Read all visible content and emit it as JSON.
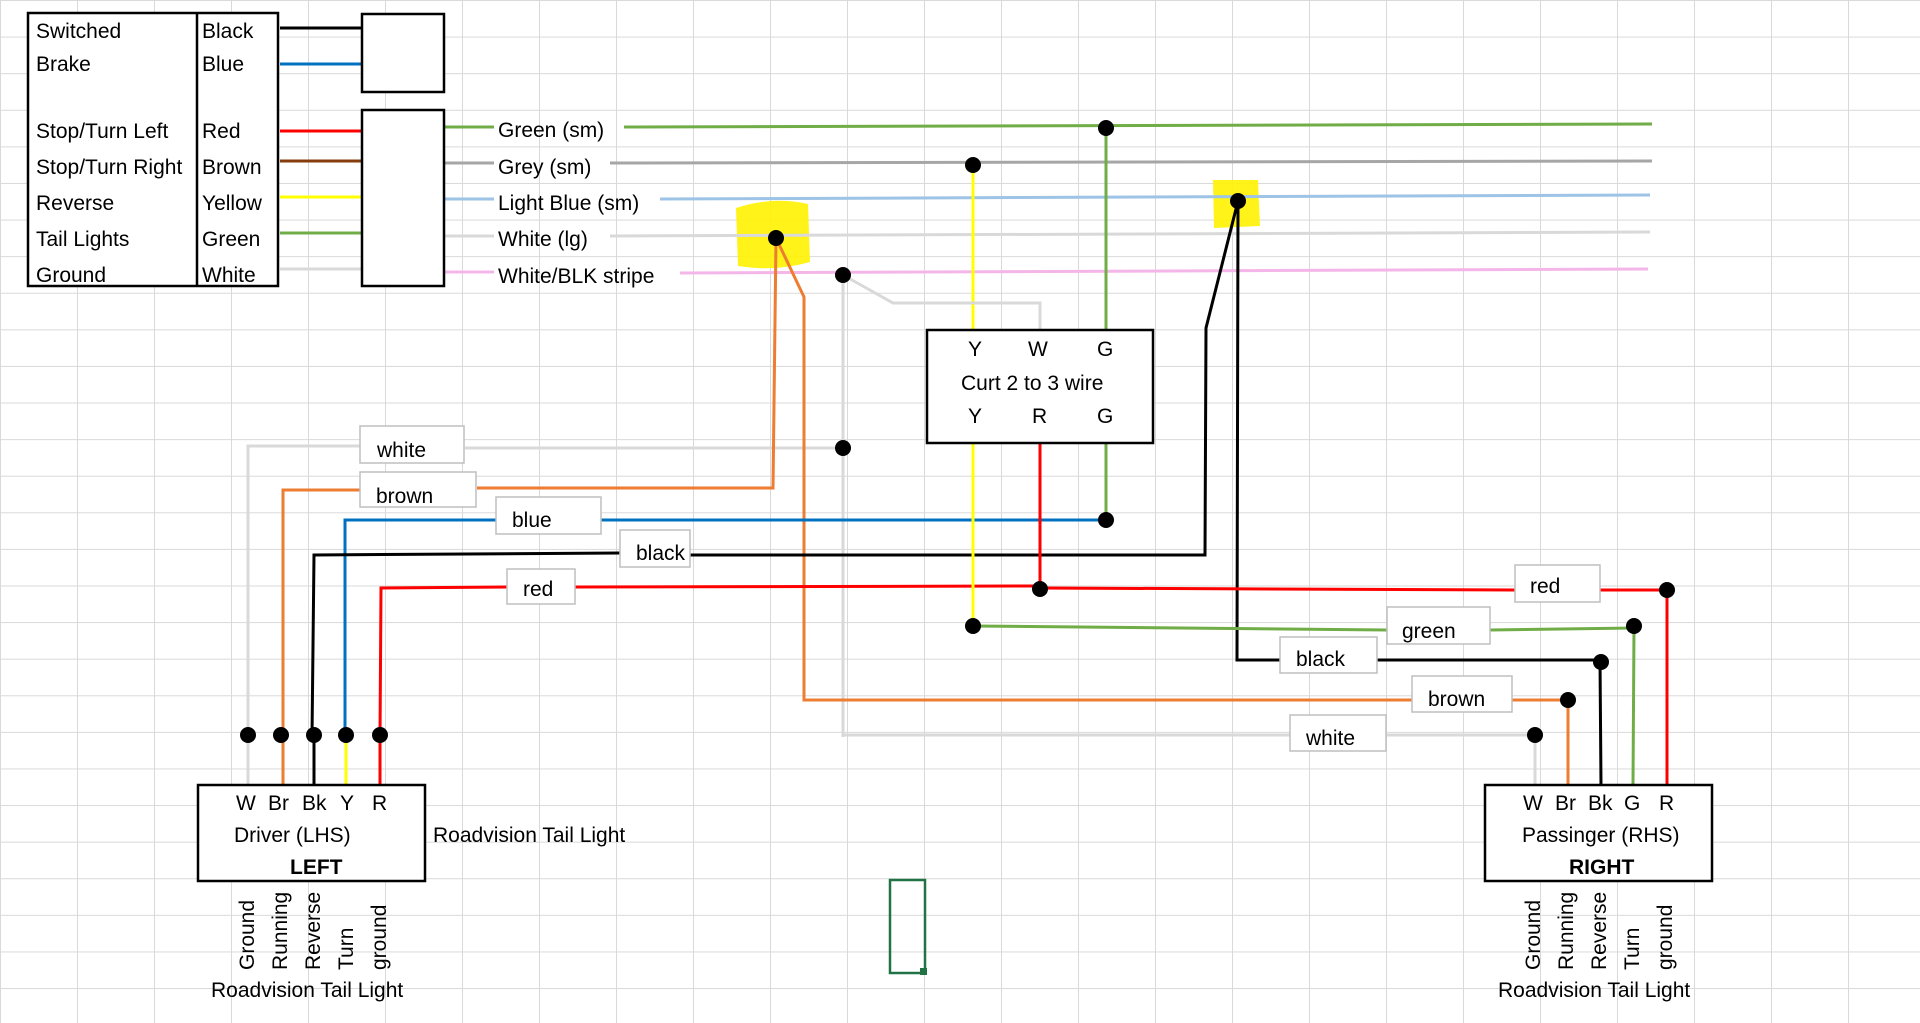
{
  "colors": {
    "black": "#000000",
    "blue": "#0070c0",
    "red": "#ff0000",
    "brown": "#843c0c",
    "yellow": "#ffff00",
    "green": "#70ad47",
    "white": "#d9d9d9",
    "grey": "#a6a6a6",
    "light_blue": "#9dc3e6",
    "pink": "#f4b6e8",
    "orange": "#ed7d31",
    "highlight": "#fff200",
    "selection": "#217346"
  },
  "legend": {
    "rows": [
      {
        "function": "Switched",
        "color": "Black"
      },
      {
        "function": "Brake",
        "color": "Blue"
      },
      {
        "function": "Stop/Turn Left",
        "color": "Red"
      },
      {
        "function": "Stop/Turn Right",
        "color": "Brown"
      },
      {
        "function": "Reverse",
        "color": "Yellow"
      },
      {
        "function": "Tail Lights",
        "color": "Green"
      },
      {
        "function": "Ground",
        "color": "White"
      }
    ],
    "trailer_wires": [
      "Green (sm)",
      "Grey (sm)",
      "Light Blue (sm)",
      "White (lg)",
      "White/BLK stripe"
    ]
  },
  "converter": {
    "top_pins": [
      "Y",
      "W",
      "G"
    ],
    "title": "Curt 2 to 3 wire",
    "bottom_pins": [
      "Y",
      "R",
      "G"
    ]
  },
  "wire_labels": {
    "left_white": "white",
    "left_brown": "brown",
    "left_blue": "blue",
    "left_black": "black",
    "left_red": "red",
    "right_red": "red",
    "right_green": "green",
    "right_black": "black",
    "right_brown": "brown",
    "right_white": "white"
  },
  "left_light": {
    "pins": [
      "W",
      "Br",
      "Bk",
      "Y",
      "R"
    ],
    "name": "Driver (LHS)",
    "side": "LEFT",
    "side_label": "Roadvision Tail Light",
    "functions": [
      "Ground",
      "Running",
      "Reverse",
      "Turn",
      "ground"
    ],
    "caption": "Roadvision Tail Light"
  },
  "right_light": {
    "pins": [
      "W",
      "Br",
      "Bk",
      "G",
      "R"
    ],
    "name": "Passinger (RHS)",
    "side": "RIGHT",
    "functions": [
      "Ground",
      "Running",
      "Reverse",
      "Turn",
      "ground"
    ],
    "caption": "Roadvision Tail Light"
  }
}
